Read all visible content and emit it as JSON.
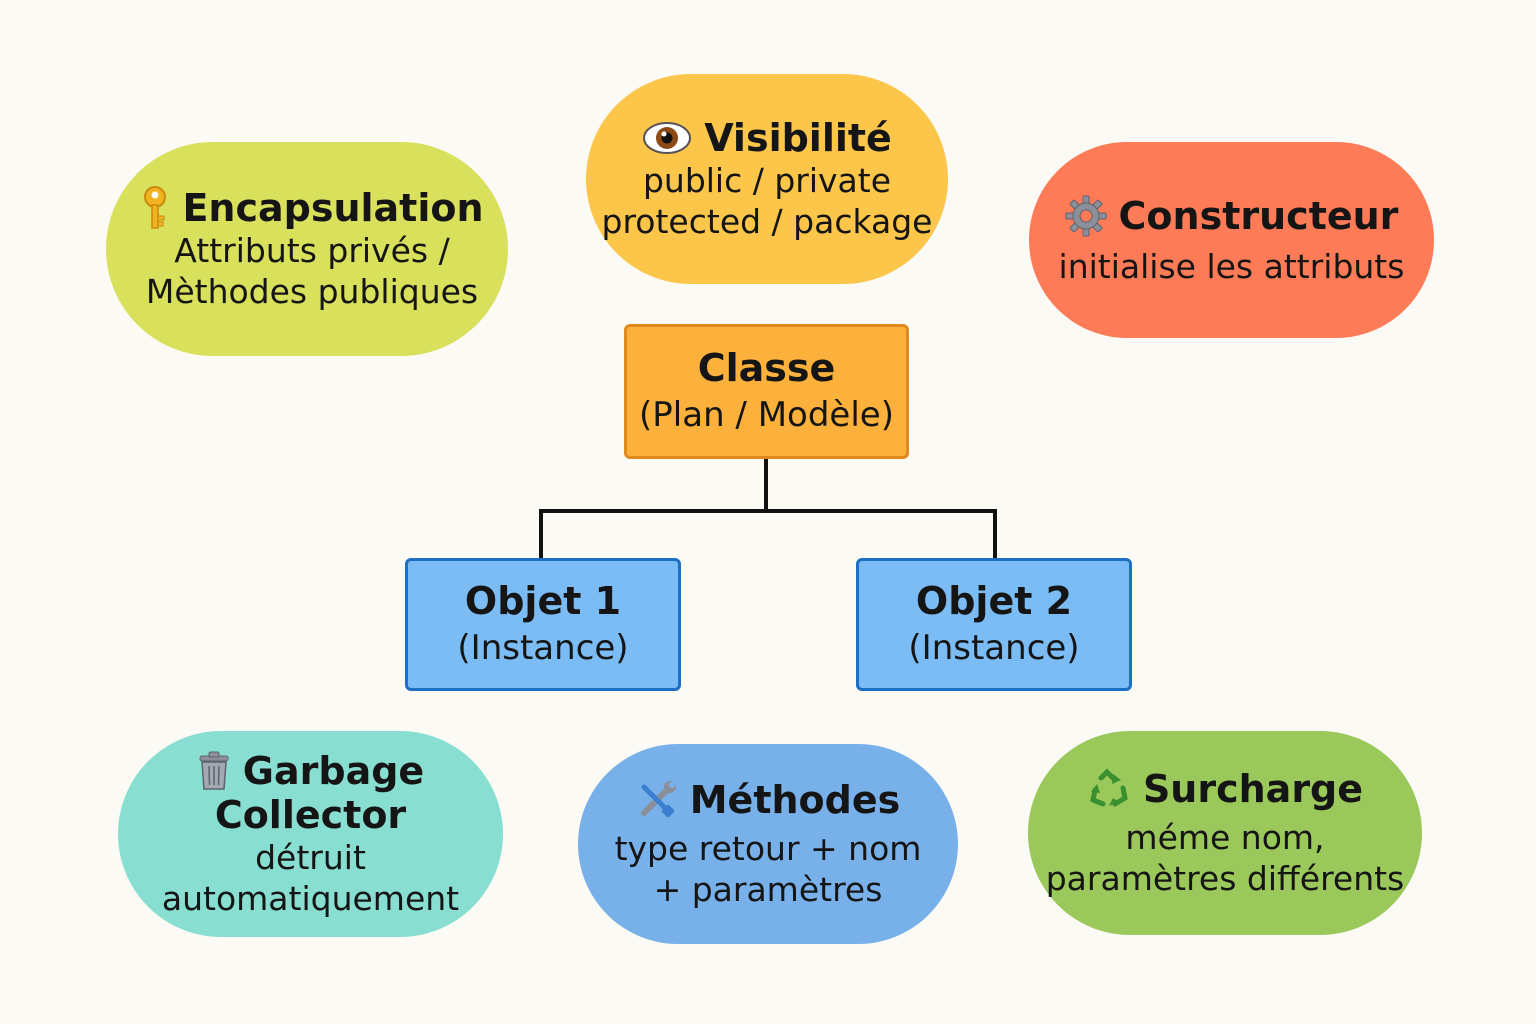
{
  "center": {
    "title": "Classe",
    "subtitle": "(Plan / Modèle)"
  },
  "objects": [
    {
      "title": "Objet 1",
      "subtitle": "(Instance)"
    },
    {
      "title": "Objet 2",
      "subtitle": "(Instance)"
    }
  ],
  "concepts": {
    "encapsulation": {
      "icon": "key-icon",
      "title": "Encapsulation",
      "lines": [
        "Attributs privés /",
        "Mèthodes publiques"
      ],
      "color": "#d9e05c"
    },
    "visibilite": {
      "icon": "eye-icon",
      "title": "Visibilité",
      "lines": [
        "public / private",
        "protected / package"
      ],
      "color": "#fcc64a"
    },
    "constructeur": {
      "icon": "gear-icon",
      "title": "Constructeur",
      "lines": [
        "initialise les attributs"
      ],
      "color": "#fe7b57"
    },
    "garbage": {
      "icon": "trash-icon",
      "title_lines": [
        "Garbage",
        "Collector"
      ],
      "lines": [
        "détruit",
        "automatiquement"
      ],
      "color": "#88dfd1"
    },
    "methodes": {
      "icon": "tools-icon",
      "title": "Méthodes",
      "lines": [
        "type retour + nom",
        "+ paramètres"
      ],
      "color": "#78b1ea"
    },
    "surcharge": {
      "icon": "recycle-icon",
      "title": "Surcharge",
      "lines": [
        "méme nom,",
        "paramètres différents"
      ],
      "color": "#9bc85a"
    }
  },
  "colors": {
    "background": "#fcfaf4",
    "class_box": "#fbb13c",
    "class_border": "#e08a1e",
    "object_box": "#7bbcf5",
    "object_border": "#1d6fc4",
    "connector": "#111111"
  }
}
